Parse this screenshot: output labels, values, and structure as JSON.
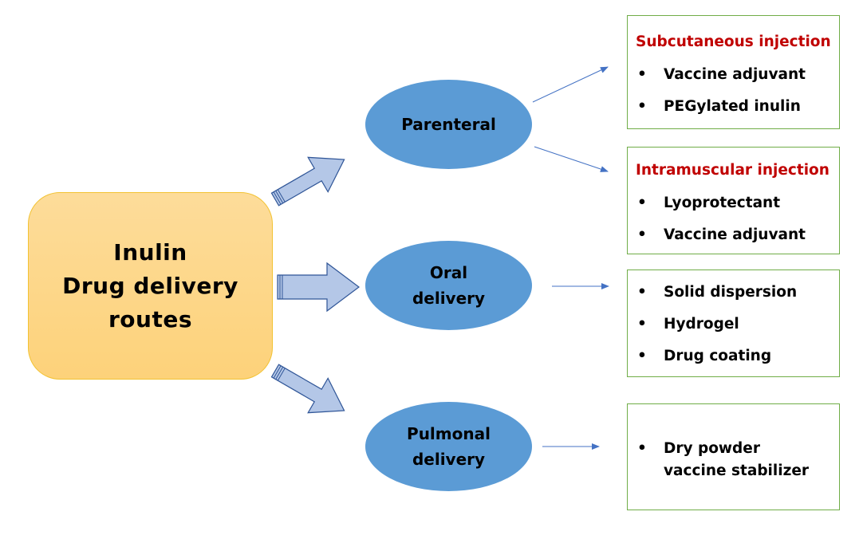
{
  "root": {
    "lines": [
      "Inulin",
      "Drug delivery",
      "routes"
    ]
  },
  "routes": [
    {
      "id": "parenteral",
      "lines": [
        "Parenteral"
      ]
    },
    {
      "id": "oral",
      "lines": [
        "Oral",
        "delivery"
      ]
    },
    {
      "id": "pulmonal",
      "lines": [
        "Pulmonal",
        "delivery"
      ]
    }
  ],
  "applications": [
    {
      "route": "parenteral",
      "heading": "Subcutaneous injection",
      "items": [
        "Vaccine adjuvant",
        "PEGylated inulin"
      ]
    },
    {
      "route": "parenteral",
      "heading": "Intramuscular injection",
      "items": [
        "Lyoprotectant",
        "Vaccine adjuvant"
      ]
    },
    {
      "route": "oral",
      "heading": null,
      "items": [
        "Solid dispersion",
        "Hydrogel",
        "Drug coating"
      ]
    },
    {
      "route": "pulmonal",
      "heading": null,
      "items": [
        "Dry powder vaccine stabilizer"
      ]
    }
  ],
  "bullet_glyph": "•",
  "colors": {
    "root_fill": "#fdd580",
    "root_border": "#f2c232",
    "route_fill": "#5b9bd5",
    "block_arrow_fill": "#b4c7e7",
    "block_arrow_stroke": "#2f5597",
    "thin_arrow": "#4472c4",
    "box_border": "#70ad47",
    "heading_text": "#c00000"
  }
}
